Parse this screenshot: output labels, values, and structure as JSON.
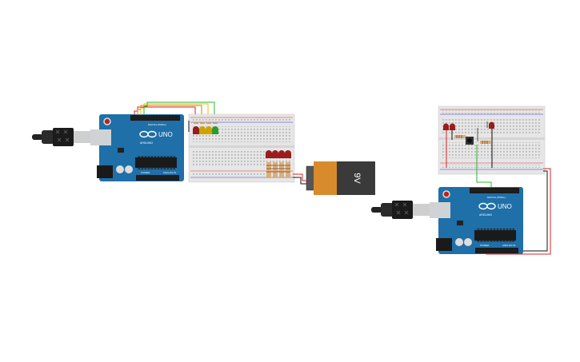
{
  "circuits": [
    {
      "arduino": {
        "logo": "UNO",
        "brand_text": "ARDUINO",
        "digital_text": "DIGITAL (PWM~)",
        "power_text": "POWER",
        "analog_text": "ANALOG IN"
      },
      "battery": {
        "label": "9V"
      },
      "leds_top": [
        "#9b1c1c",
        "#c8a600",
        "#d4a000",
        "#2c9a2c"
      ],
      "leds_bottom": [
        "#9b1c1c",
        "#9b1c1c",
        "#9b1c1c",
        "#9b1c1c"
      ]
    },
    {
      "arduino": {
        "logo": "UNO",
        "brand_text": "ARDUINO",
        "digital_text": "DIGITAL (PWM~)",
        "power_text": "POWER",
        "analog_text": "ANALOG IN"
      },
      "leds": [
        "#9b1c1c",
        "#9b1c1c",
        "#9b1c1c"
      ]
    }
  ],
  "colors": {
    "board": "#1f6fa8",
    "board_dark": "#155a8c",
    "breadboard": "#e6e6e6",
    "battery_body": "#3a3a3a",
    "battery_cap": "#d98b2b",
    "wire_red": "#d22",
    "wire_black": "#111",
    "wire_green": "#2db32d",
    "wire_yellow": "#e6c200",
    "wire_orange": "#e07b00"
  }
}
